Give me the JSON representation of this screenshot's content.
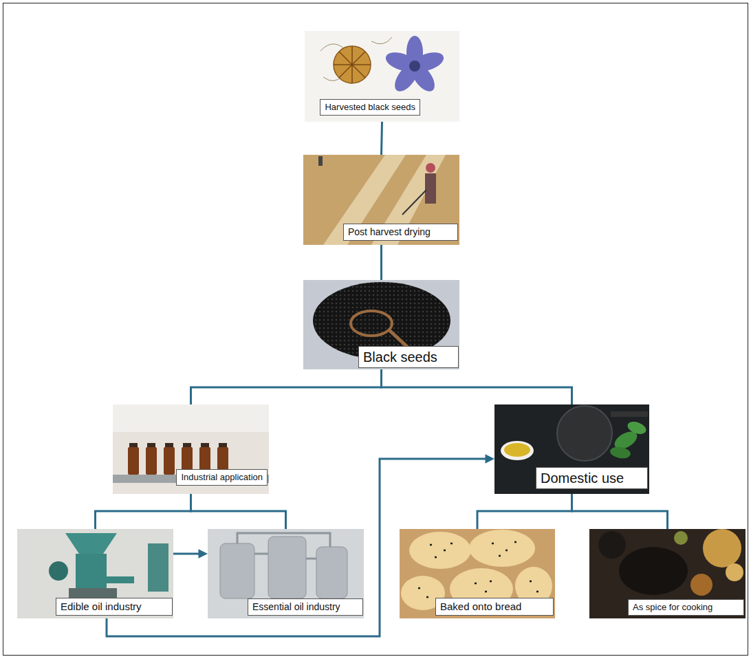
{
  "diagram": {
    "nodes": [
      {
        "text": [
          "Harvested black seeds"
        ]
      },
      {
        "text": [
          "Post harvest drying"
        ]
      },
      {
        "text": [
          "Black seeds"
        ]
      },
      {
        "text": [
          "Industrial application"
        ]
      },
      {
        "text": [
          "Domestic use"
        ]
      },
      {
        "text": [
          "Edible oil industry"
        ]
      },
      {
        "text": [
          "Essential oil industry"
        ]
      },
      {
        "text": [
          "Baked onto bread"
        ]
      },
      {
        "text": [
          "As spice for cooking"
        ]
      }
    ],
    "edges": [
      {
        "from": 0,
        "to": 1,
        "arrow": "none"
      },
      {
        "from": 1,
        "to": 2,
        "arrow": "none"
      },
      {
        "from": 2,
        "to": 3,
        "arrow": "none"
      },
      {
        "from": 2,
        "to": 4,
        "arrow": "none"
      },
      {
        "from": 3,
        "to": 5,
        "arrow": "none"
      },
      {
        "from": 3,
        "to": 6,
        "arrow": "none"
      },
      {
        "from": 5,
        "to": 6,
        "arrow": "to"
      },
      {
        "from": 5,
        "to": 4,
        "arrow": "to"
      },
      {
        "from": 4,
        "to": 7,
        "arrow": "none"
      },
      {
        "from": 4,
        "to": 8,
        "arrow": "none"
      }
    ]
  }
}
